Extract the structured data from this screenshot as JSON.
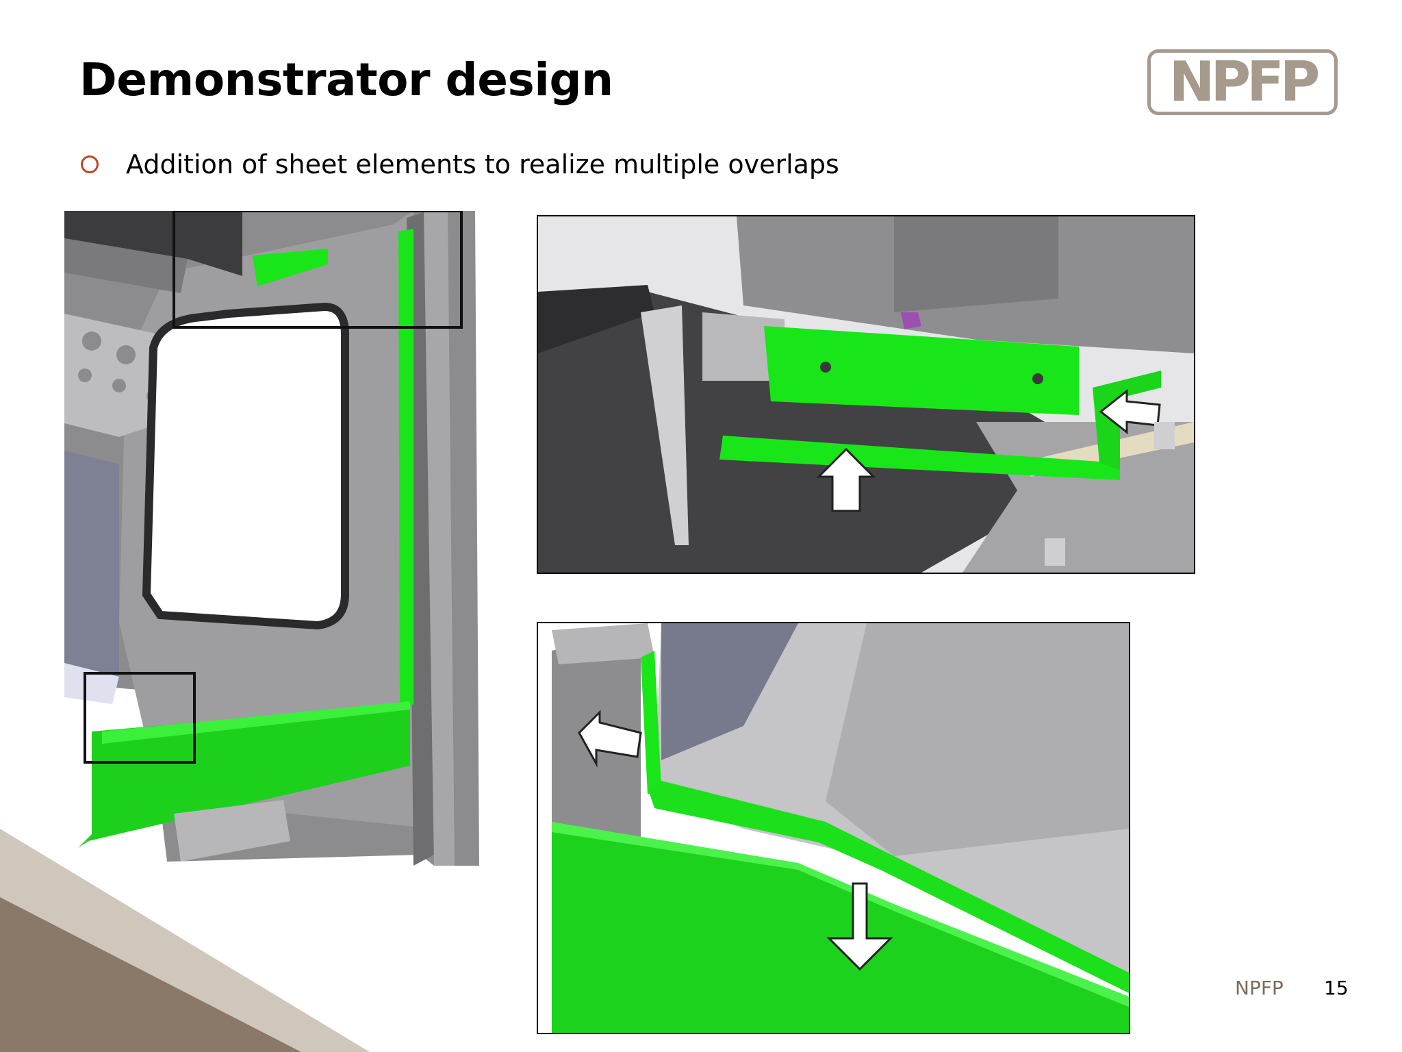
{
  "slide": {
    "title": "Demonstrator design",
    "logo_text": "NPFP",
    "bullets": [
      {
        "text": "Addition of sheet elements to realize multiple overlaps"
      }
    ],
    "footer": {
      "label": "NPFP",
      "page_number": "15"
    }
  },
  "colors": {
    "highlight_green": "#19e619",
    "bullet_ring": "#b94726",
    "logo": "#a59a8c",
    "corner_dark": "#8a7868",
    "corner_light": "#cfc6bc"
  }
}
